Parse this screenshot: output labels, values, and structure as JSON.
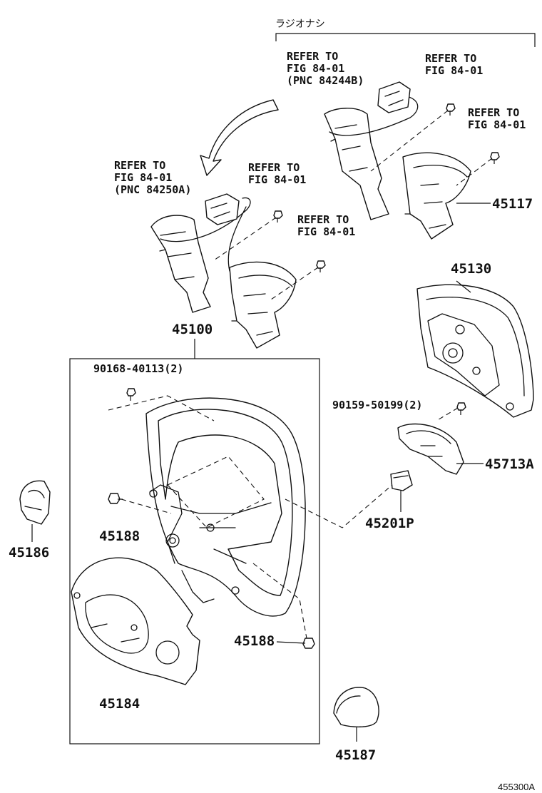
{
  "group_title": "ラジオナシ",
  "labels": {
    "refer_a": [
      "REFER TO",
      "FIG 84-01",
      "(PNC 84244B)"
    ],
    "refer_b": [
      "REFER TO",
      "FIG 84-01"
    ],
    "refer_c": [
      "REFER TO",
      "FIG 84-01"
    ],
    "refer_d": [
      "REFER TO",
      "FIG 84-01",
      "(PNC 84250A)"
    ],
    "refer_e": [
      "REFER TO",
      "FIG 84-01"
    ],
    "refer_f": [
      "REFER TO",
      "FIG 84-01"
    ],
    "p45117": "45117",
    "p45130": "45130",
    "p45100": "45100",
    "p90168": "90168-40113(2)",
    "p90159": "90159-50199(2)",
    "p45713A": "45713A",
    "p45201P": "45201P",
    "p45188a": "45188",
    "p45188b": "45188",
    "p45186": "45186",
    "p45184": "45184",
    "p45187": "45187"
  },
  "drawing_code": "455300A"
}
